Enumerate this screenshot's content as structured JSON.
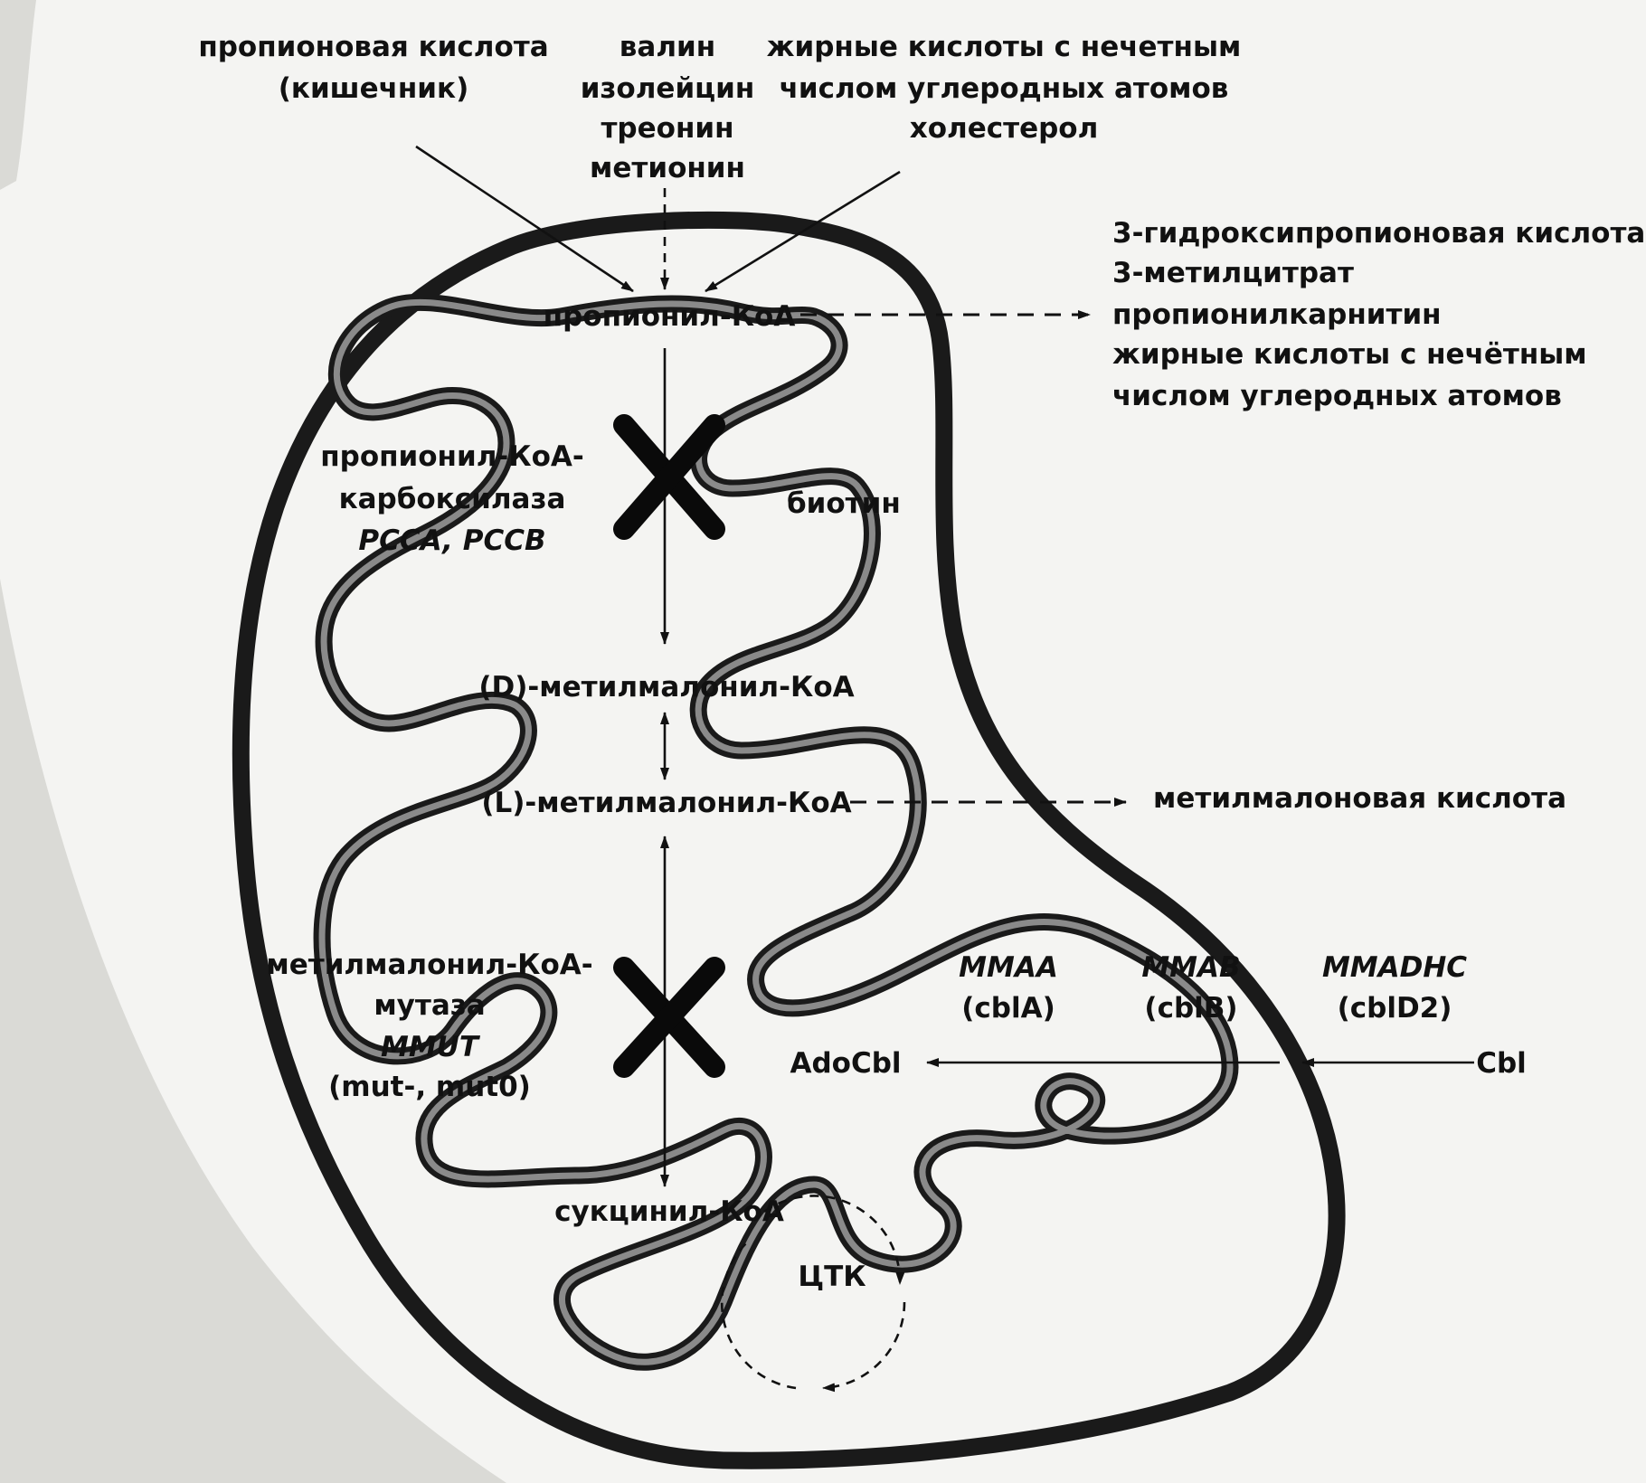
{
  "inputs": {
    "propionic_acid": [
      "пропионовая кислота",
      "(кишечник)"
    ],
    "amino_acids": [
      "валин",
      "изолейцин",
      "треонин",
      "метионин"
    ],
    "odd_fatty_acids": [
      "жирные кислоты с нечетным",
      "числом углеродных атомов",
      "холестерол"
    ]
  },
  "byproducts": {
    "propionyl": [
      "3-гидроксипропионовая кислота",
      "3-метилцитрат",
      "пропионилкарнитин",
      "жирные кислоты с нечётным",
      "числом углеродных атомов"
    ],
    "methylmalonic_acid": "метилмалоновая кислота"
  },
  "metabolites": {
    "propionyl_coa": "пропионил-КоА",
    "d_methylmalonyl_coa": "(D)-метилмалонил-КоА",
    "l_methylmalonyl_coa": "(L)-метилмалонил-КоА",
    "succinyl_coa": "сукцинил-КоА",
    "tca": "ЦТК"
  },
  "enzymes": {
    "pcc": [
      "пропионил-КоА-",
      "карбоксилаза",
      "PCCA, PCCB"
    ],
    "biotin": "биотин",
    "mmut": [
      "метилмалонил-КоА-",
      "мутаза",
      "MMUT",
      "(mut-, mut0)"
    ]
  },
  "cobalamin": {
    "adocbl": "AdoCbl",
    "cbl": "Cbl",
    "mmaa": [
      "MMAA",
      "(cblA)"
    ],
    "mmab": [
      "MMAB",
      "(cblB)"
    ],
    "mmadhc": [
      "MMADHC",
      "(cblD2)"
    ]
  }
}
